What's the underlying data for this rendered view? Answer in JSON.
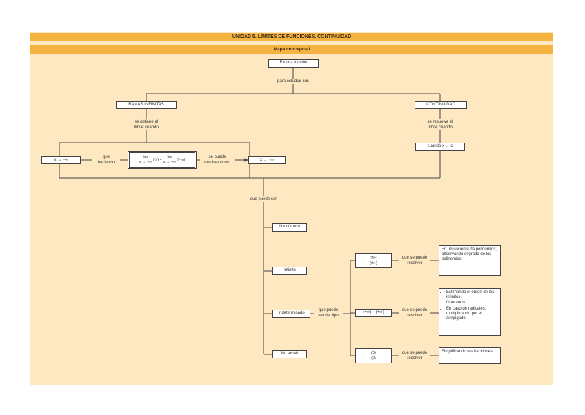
{
  "title": "UNIDAD 5. LÍMITES DE FUNCIONES. CONTINUIDAD",
  "subtitle": "Mapa conceptual",
  "nodes": {
    "root": "En una función",
    "root_edge": "para estudiar sus",
    "ramas": "RAMAS INFINITAS",
    "continuidad": "CONTINUIDAD",
    "ramas_edge": [
      "se obtiene el",
      "límite cuando"
    ],
    "cont_edge": [
      "se resuelve el",
      "límite cuando"
    ],
    "cuando": "cuando  x → c",
    "minus_inf": "x → −∞",
    "plus_inf": "x → +∞",
    "que_haciendo": [
      "que",
      "haciendo"
    ],
    "se_puede_resolver_como": [
      "se puede",
      "resolver como"
    ],
    "lim_word": "lim",
    "lim_left_sub": "x → −∞",
    "lim_left_fx": "f(x) =",
    "lim_right_sub": "x → +∞",
    "lim_right_fx": "f(−x)",
    "que_puede_ser": "que puede ser",
    "un_numero": "Un número",
    "infinito": "Infinito",
    "indeterminado": "Indeterminado",
    "no_existir": "No existir",
    "que_puede_ser_del_tipo": [
      "que puede",
      "ser del tipo"
    ],
    "type1_num": "(±∞)",
    "type1_den": "(±∞)",
    "type2": "(+∞) − (+∞)",
    "type3_num": "(0)",
    "type3_den": "(0)",
    "resolver_label": [
      "que se puede",
      "resolver"
    ],
    "result1": "En un cociente de polinomios, observando el grado de los polinomios.",
    "result2_items": [
      "Estimando el orden de los infinitos.",
      "Operando.",
      "En caso de radicales, multiplicando por el conjugado."
    ],
    "result3": "Simplificando las fracciones."
  },
  "colors": {
    "band": "#f5b341",
    "panel": "#fde8c2",
    "line": "#444444"
  }
}
